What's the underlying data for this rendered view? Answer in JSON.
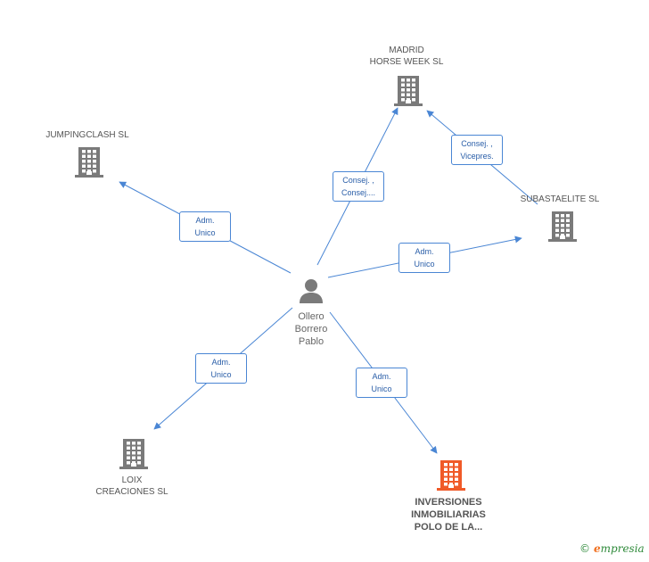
{
  "colors": {
    "building": "#7a7a7a",
    "building_main": "#f05a28",
    "person": "#7a7a7a",
    "edge": "#4a86d4"
  },
  "person": {
    "name": "Ollero\nBorrero\nPablo",
    "icon": "person-icon"
  },
  "companies": [
    {
      "id": "jumpingclash",
      "name": "JUMPINGCLASH SL",
      "icon": "building-icon",
      "main": false
    },
    {
      "id": "madrid",
      "name": "MADRID\nHORSE WEEK SL",
      "icon": "building-icon",
      "main": false
    },
    {
      "id": "subastaelite",
      "name": "SUBASTAELITE SL",
      "icon": "building-icon",
      "main": false
    },
    {
      "id": "loix",
      "name": "LOIX\nCREACIONES SL",
      "icon": "building-icon",
      "main": false
    },
    {
      "id": "inversiones",
      "name": "INVERSIONES\nINMOBILIARIAS\nPOLO DE LA...",
      "icon": "building-icon",
      "main": true
    }
  ],
  "edges": [
    {
      "id": "e-jumpingclash",
      "from": "person",
      "to": "jumpingclash",
      "lines": [
        "Adm.",
        "Unico"
      ]
    },
    {
      "id": "e-madrid",
      "from": "person",
      "to": "madrid",
      "lines": [
        "Consej. ,",
        "Consej...."
      ]
    },
    {
      "id": "e-subastaelite",
      "from": "person",
      "to": "subastaelite",
      "lines": [
        "Adm.",
        "Unico"
      ]
    },
    {
      "id": "e-loix",
      "from": "person",
      "to": "loix",
      "lines": [
        "Adm.",
        "Unico"
      ]
    },
    {
      "id": "e-inversiones",
      "from": "person",
      "to": "inversiones",
      "lines": [
        "Adm.",
        "Unico"
      ]
    },
    {
      "id": "e-sub-madrid",
      "from": "subastaelite",
      "to": "madrid",
      "lines": [
        "Consej. ,",
        "Vicepres."
      ]
    }
  ],
  "brand": {
    "copyright": "©",
    "initial": "e",
    "rest": "mpresia"
  }
}
